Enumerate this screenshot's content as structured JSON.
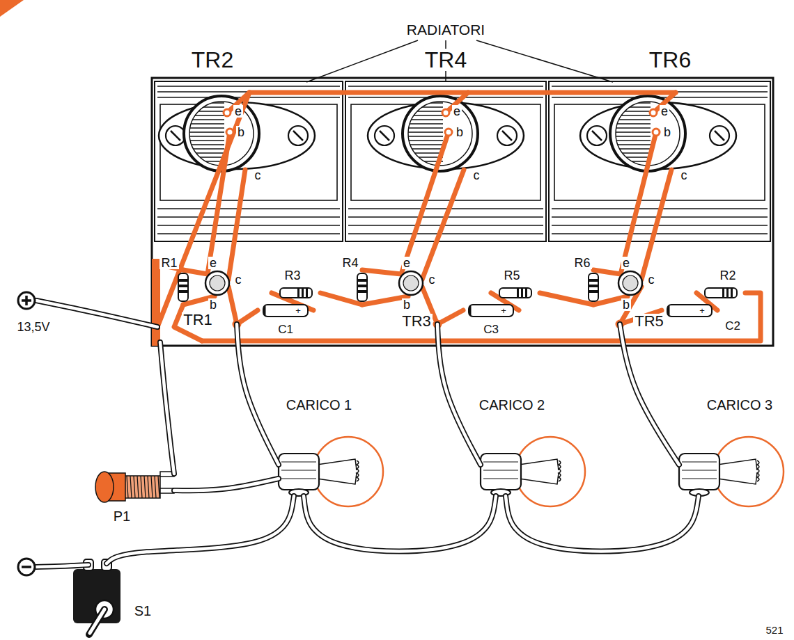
{
  "diagram": {
    "labels": [
      "RADIATORI",
      "TR2",
      "TR4",
      "TR6",
      "e",
      "b",
      "c",
      "e",
      "b",
      "c",
      "e",
      "b",
      "c",
      "R1",
      "e",
      "c",
      "b",
      "R3",
      "R4",
      "e",
      "c",
      "b",
      "R5",
      "R6",
      "e",
      "c",
      "b",
      "R2",
      "TR1",
      "+",
      "C1",
      "TR3",
      "+",
      "C3",
      "TR5",
      "+",
      "C2",
      "13,5V",
      "CARICO 1",
      "CARICO 2",
      "CARICO 3",
      "P1",
      "S1",
      "521"
    ]
  }
}
